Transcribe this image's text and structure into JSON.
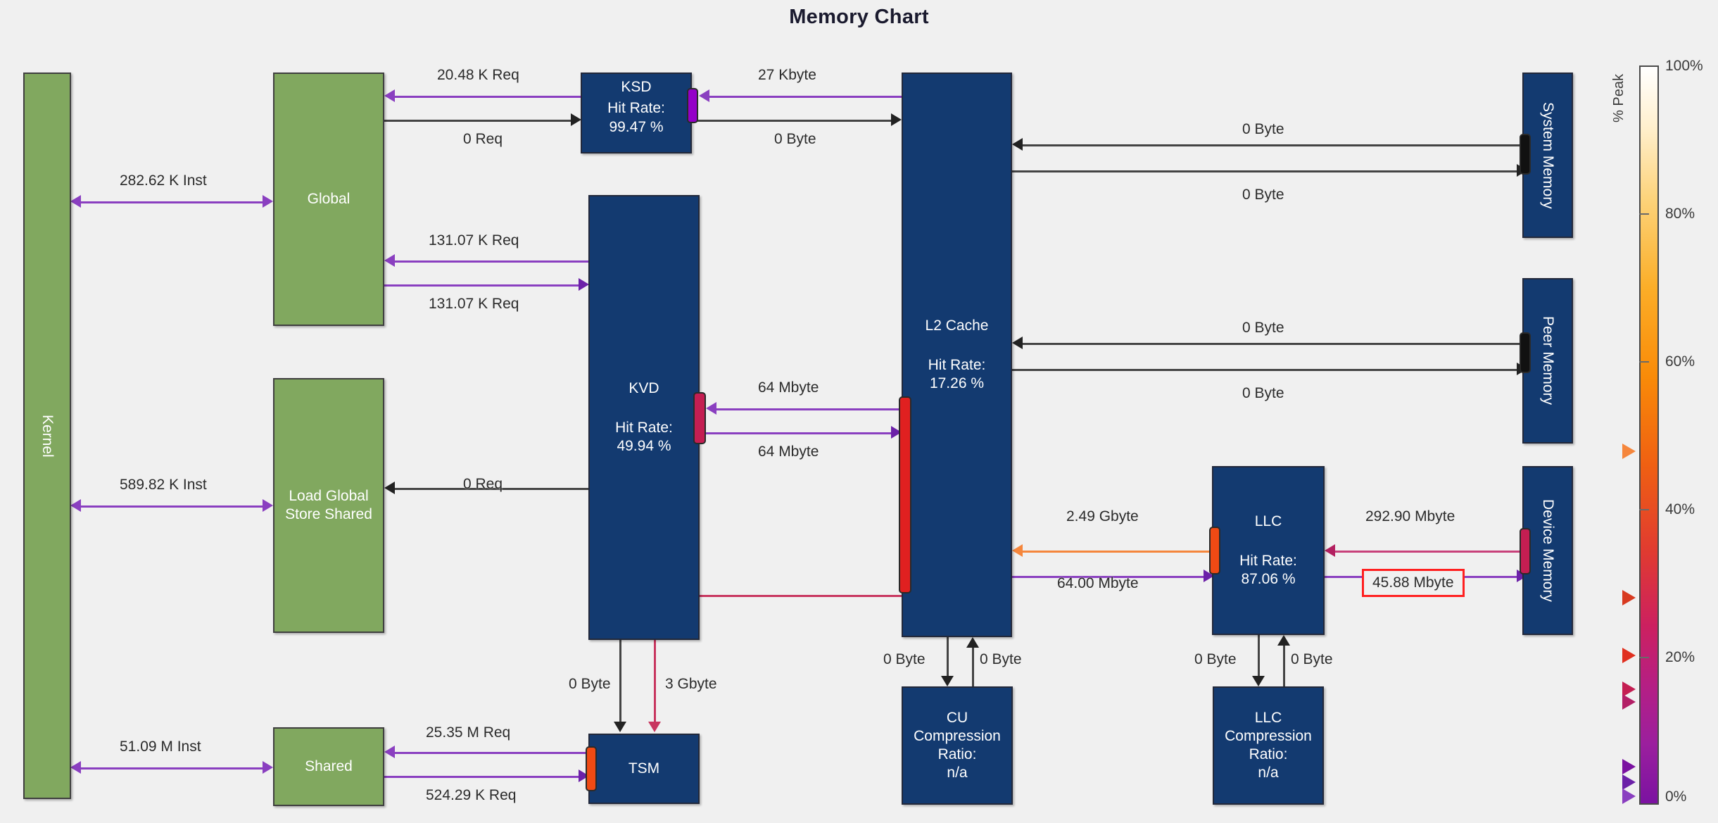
{
  "title": "Memory Chart",
  "nodes": {
    "kernel": {
      "label": "Kernel"
    },
    "global": {
      "label": "Global"
    },
    "lgss": {
      "label_line1": "Load Global",
      "label_line2": "Store Shared"
    },
    "shared": {
      "label": "Shared"
    },
    "ksd": {
      "label": "KSD",
      "hit_label": "Hit Rate:",
      "hit_value": "99.47 %"
    },
    "kvd": {
      "label": "KVD",
      "hit_label": "Hit Rate:",
      "hit_value": "49.94 %"
    },
    "tsm": {
      "label": "TSM"
    },
    "l2": {
      "label": "L2 Cache",
      "hit_label": "Hit Rate:",
      "hit_value": "17.26 %"
    },
    "llc": {
      "label": "LLC",
      "hit_label": "Hit Rate:",
      "hit_value": "87.06 %"
    },
    "cu_comp": {
      "l1": "CU",
      "l2": "Compression",
      "l3": "Ratio:",
      "l4": "n/a"
    },
    "llc_comp": {
      "l1": "LLC",
      "l2": "Compression",
      "l3": "Ratio:",
      "l4": "n/a"
    },
    "sysmem": {
      "label": "System Memory"
    },
    "peermem": {
      "label": "Peer Memory"
    },
    "devmem": {
      "label": "Device Memory"
    }
  },
  "edges": {
    "kernel_global": "282.62 K Inst",
    "kernel_lgss": "589.82 K Inst",
    "kernel_shared": "51.09 M Inst",
    "global_ksd_in": "20.48 K Req",
    "global_ksd_out": "0 Req",
    "ksd_l2_in": "27 Kbyte",
    "ksd_l2_out": "0 Byte",
    "global_kvd_in": "131.07 K Req",
    "global_kvd_out": "131.07 K Req",
    "kvd_lgss": "0 Req",
    "kvd_l2_in": "64 Mbyte",
    "kvd_l2_out": "64 Mbyte",
    "kvd_tsm": "0 Byte",
    "l2_tsm": "3 Gbyte",
    "shared_tsm_in": "25.35 M Req",
    "shared_tsm_out": "524.29 K Req",
    "l2_sys_in": "0 Byte",
    "l2_sys_out": "0 Byte",
    "l2_peer_in": "0 Byte",
    "l2_peer_out": "0 Byte",
    "l2_llc_in": "2.49 Gbyte",
    "l2_llc_out": "64.00 Mbyte",
    "llc_dev_in": "292.90 Mbyte",
    "llc_dev_out": "45.88 Mbyte",
    "l2_cucomp_down": "0 Byte",
    "l2_cucomp_up": "0 Byte",
    "llc_llccomp_down": "0 Byte",
    "llc_llccomp_up": "0 Byte"
  },
  "colorscale": {
    "title": "% Peak",
    "ticks": [
      "100%",
      "80%",
      "60%",
      "40%",
      "20%",
      "0%"
    ]
  }
}
